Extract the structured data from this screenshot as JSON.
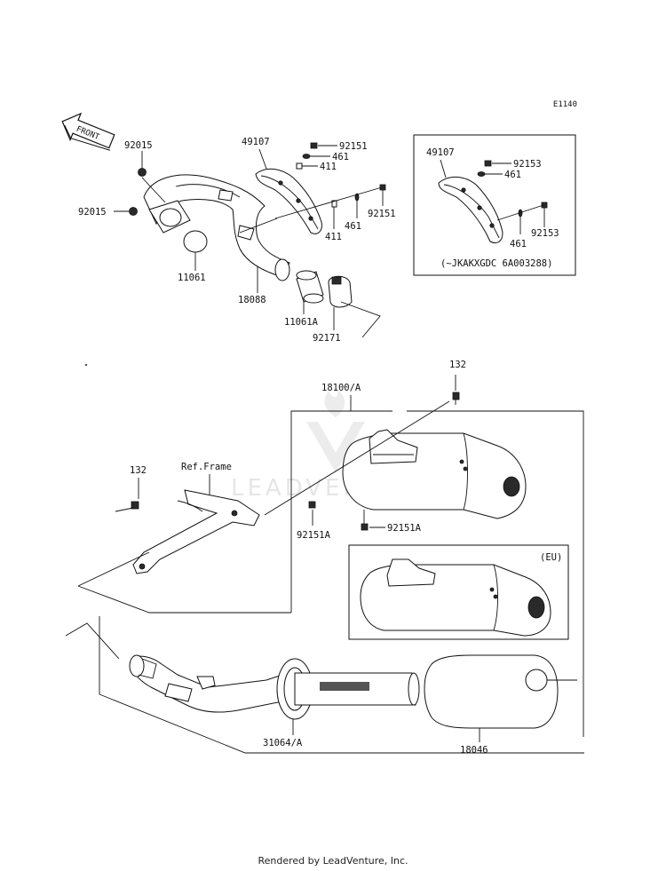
{
  "diagram_code": "E1140",
  "watermark_text": "LEADVENTURE",
  "footer": "Rendered by LeadVenture, Inc.",
  "front_label": "FRONT",
  "ref_frame_label": "Ref.Frame",
  "eu_label": "(EU)",
  "inset_note": "(~JKAKXGDC 6A003288)",
  "parts": {
    "p92015a": "92015",
    "p92015b": "92015",
    "p11061": "11061",
    "p18088": "18088",
    "p49107a": "49107",
    "p92151a": "92151",
    "p461a": "461",
    "p411a": "411",
    "p411b": "411",
    "p461b": "461",
    "p92151b": "92151",
    "p11061A": "11061A",
    "p92171": "92171",
    "p49107b": "49107",
    "p92153a": "92153",
    "p461c": "461",
    "p461d": "461",
    "p92153b": "92153",
    "p132a": "132",
    "p18100A": "18100/A",
    "p132b": "132",
    "p92151Aa": "92151A",
    "p92151Ab": "92151A",
    "p31064A": "31064/A",
    "p18046": "18046"
  }
}
